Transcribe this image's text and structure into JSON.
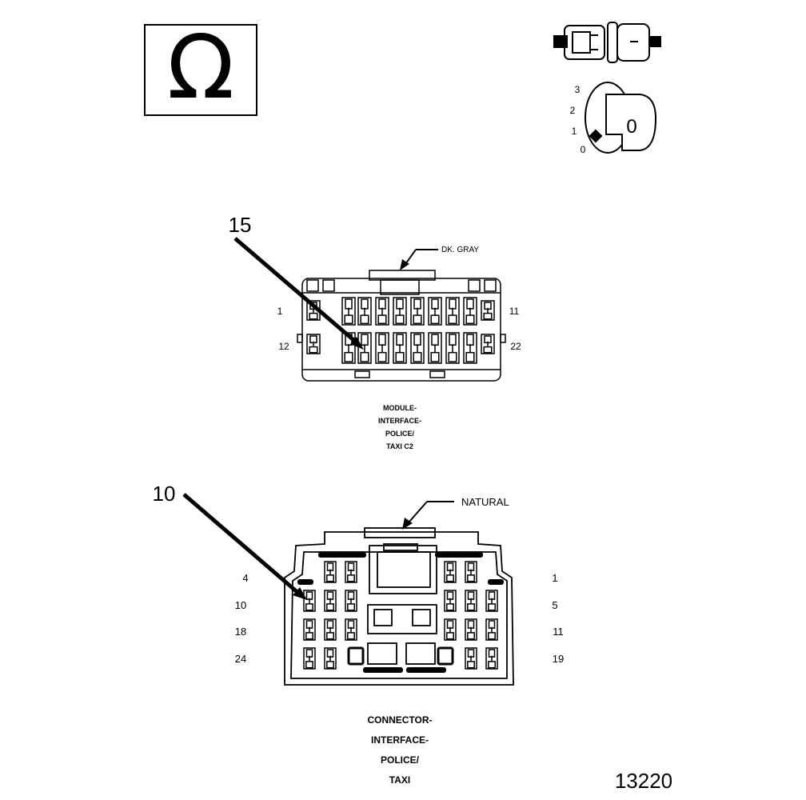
{
  "symbols": {
    "ohm_symbol": "Ω",
    "ignition": {
      "positions": [
        "3",
        "2",
        "1",
        "0"
      ],
      "key_label": "0"
    }
  },
  "module_connector": {
    "callout_number": "15",
    "color_label": "DK. GRAY",
    "pin_labels": {
      "top_left": "1",
      "top_right": "11",
      "bottom_left": "12",
      "bottom_right": "22"
    },
    "caption": [
      "MODULE-",
      "INTERFACE-",
      "POLICE/",
      "TAXI C2"
    ]
  },
  "interface_connector": {
    "callout_number": "10",
    "color_label": "NATURAL",
    "pin_labels": {
      "left": [
        "4",
        "10",
        "18",
        "24"
      ],
      "right": [
        "1",
        "5",
        "11",
        "19"
      ]
    },
    "caption": [
      "CONNECTOR-",
      "INTERFACE-",
      "POLICE/",
      "TAXI"
    ]
  },
  "figure_number": "13220"
}
